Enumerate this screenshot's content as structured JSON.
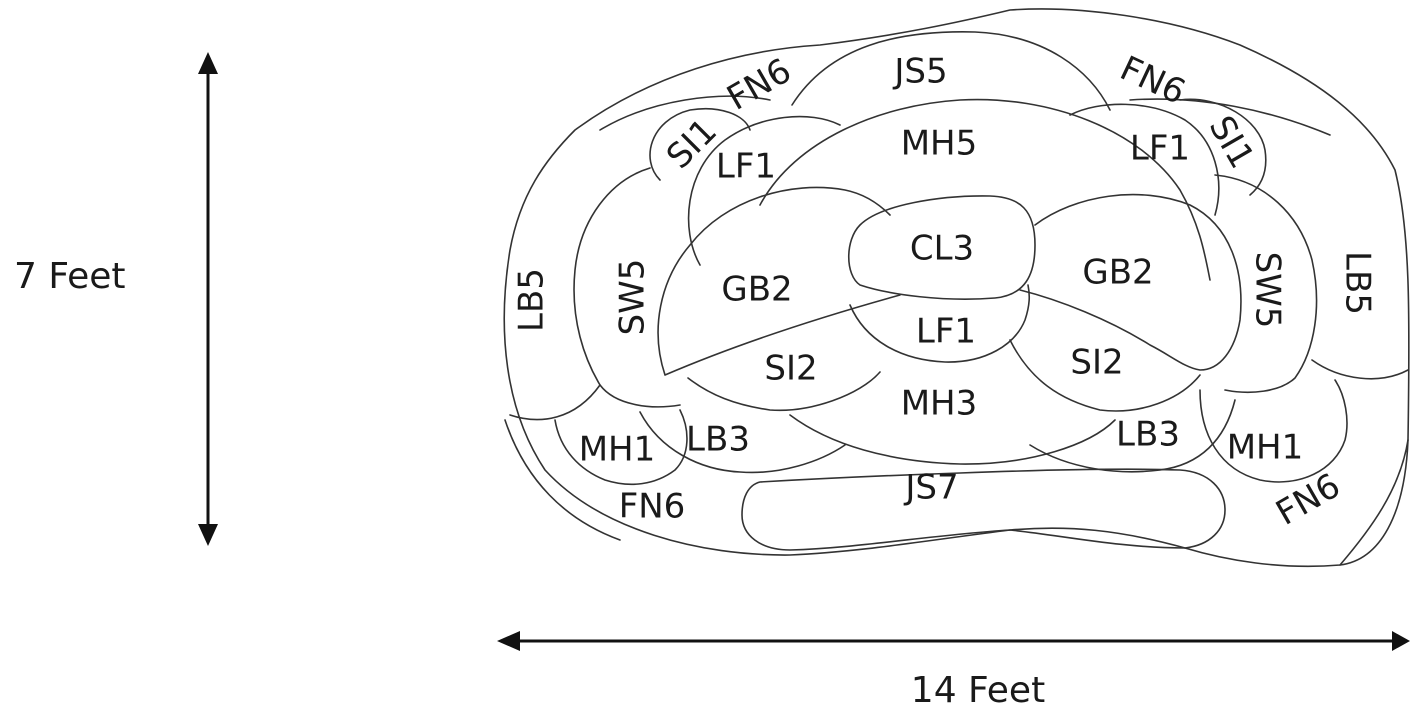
{
  "dimensions": {
    "height_label": "7 Feet",
    "width_label": "14 Feet"
  },
  "plants": {
    "fn6_top_left": "FN6",
    "js5": "JS5",
    "fn6_top_right": "FN6",
    "si1_left": "SI1",
    "si1_right": "SI1",
    "lf1_left": "LF1",
    "mh5": "MH5",
    "lf1_right": "LF1",
    "cl3": "CL3",
    "gb2_left": "GB2",
    "gb2_right": "GB2",
    "sw5_left": "SW5",
    "sw5_right": "SW5",
    "lb5_left": "LB5",
    "lb5_right": "LB5",
    "lf1_center": "LF1",
    "si2_left": "SI2",
    "si2_right": "SI2",
    "mh3": "MH3",
    "mh1_left": "MH1",
    "lb3_left": "LB3",
    "lb3_right": "LB3",
    "mh1_right": "MH1",
    "fn6_bottom_left": "FN6",
    "js7": "JS7",
    "fn6_bottom_right": "FN6"
  }
}
